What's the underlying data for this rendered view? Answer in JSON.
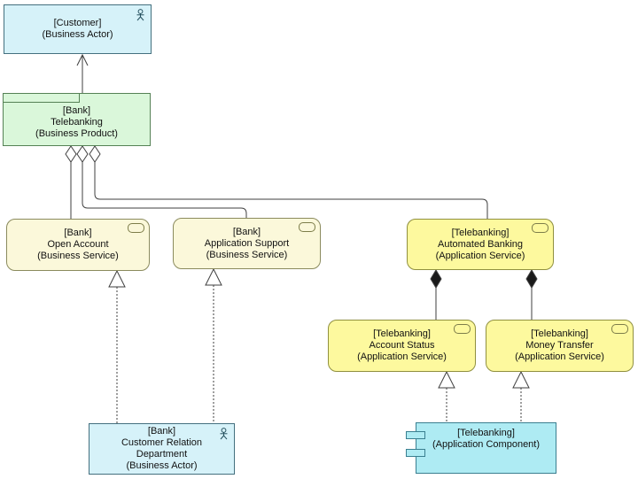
{
  "diagram": {
    "type": "archimate-view",
    "colors": {
      "business_actor_fill": "#d6f2f9",
      "business_product_fill": "#daf7da",
      "business_service_fill": "#fbf8da",
      "application_service_fill": "#fdf99e",
      "application_component_fill": "#aeebf3",
      "connector": "#3f3f3f",
      "background": "#ffffff"
    },
    "nodes": {
      "customer": {
        "type": "business-actor",
        "line1": "[Customer]",
        "line2": "(Business Actor)",
        "icon": "business-actor-icon"
      },
      "telebanking_product": {
        "type": "business-product",
        "line1": "[Bank]",
        "line2": "Telebanking",
        "line3": "(Business Product)",
        "icon": "product-tab"
      },
      "open_account": {
        "type": "business-service",
        "line1": "[Bank]",
        "line2": "Open Account",
        "line3": "(Business Service)",
        "icon": "service-icon"
      },
      "application_support": {
        "type": "business-service",
        "line1": "[Bank]",
        "line2": "Application Support",
        "line3": "(Business Service)",
        "icon": "service-icon"
      },
      "automated_banking": {
        "type": "application-service",
        "line1": "[Telebanking]",
        "line2": "Automated Banking",
        "line3": "(Application Service)",
        "icon": "service-icon"
      },
      "account_status": {
        "type": "application-service",
        "line1": "[Telebanking]",
        "line2": "Account Status",
        "line3": "(Application Service)",
        "icon": "service-icon"
      },
      "money_transfer": {
        "type": "application-service",
        "line1": "[Telebanking]",
        "line2": "Money Transfer",
        "line3": "(Application Service)",
        "icon": "service-icon"
      },
      "customer_relation": {
        "type": "business-actor",
        "line1": "[Bank]",
        "line2": "Customer Relation",
        "line3": "Department",
        "line4": "(Business Actor)",
        "icon": "business-actor-icon"
      },
      "telebanking_component": {
        "type": "application-component",
        "line1": "[Telebanking]",
        "line2": "(Application Component)",
        "icon": "component-ports-icon"
      }
    },
    "relations": [
      {
        "type": "assignment-open-arrow",
        "from": "telebanking_product",
        "to": "customer"
      },
      {
        "type": "aggregation-open-diamond",
        "from": "telebanking_product",
        "to": "open_account"
      },
      {
        "type": "aggregation-open-diamond",
        "from": "telebanking_product",
        "to": "application_support"
      },
      {
        "type": "aggregation-open-diamond",
        "from": "telebanking_product",
        "to": "automated_banking"
      },
      {
        "type": "realization-dotted-open-triangle",
        "from": "customer_relation",
        "to": "open_account"
      },
      {
        "type": "realization-dotted-open-triangle",
        "from": "customer_relation",
        "to": "application_support"
      },
      {
        "type": "composition-filled-diamond",
        "from": "automated_banking",
        "to": "account_status"
      },
      {
        "type": "composition-filled-diamond",
        "from": "automated_banking",
        "to": "money_transfer"
      },
      {
        "type": "realization-dotted-open-triangle",
        "from": "telebanking_component",
        "to": "account_status"
      },
      {
        "type": "realization-dotted-open-triangle",
        "from": "telebanking_component",
        "to": "money_transfer"
      }
    ]
  }
}
